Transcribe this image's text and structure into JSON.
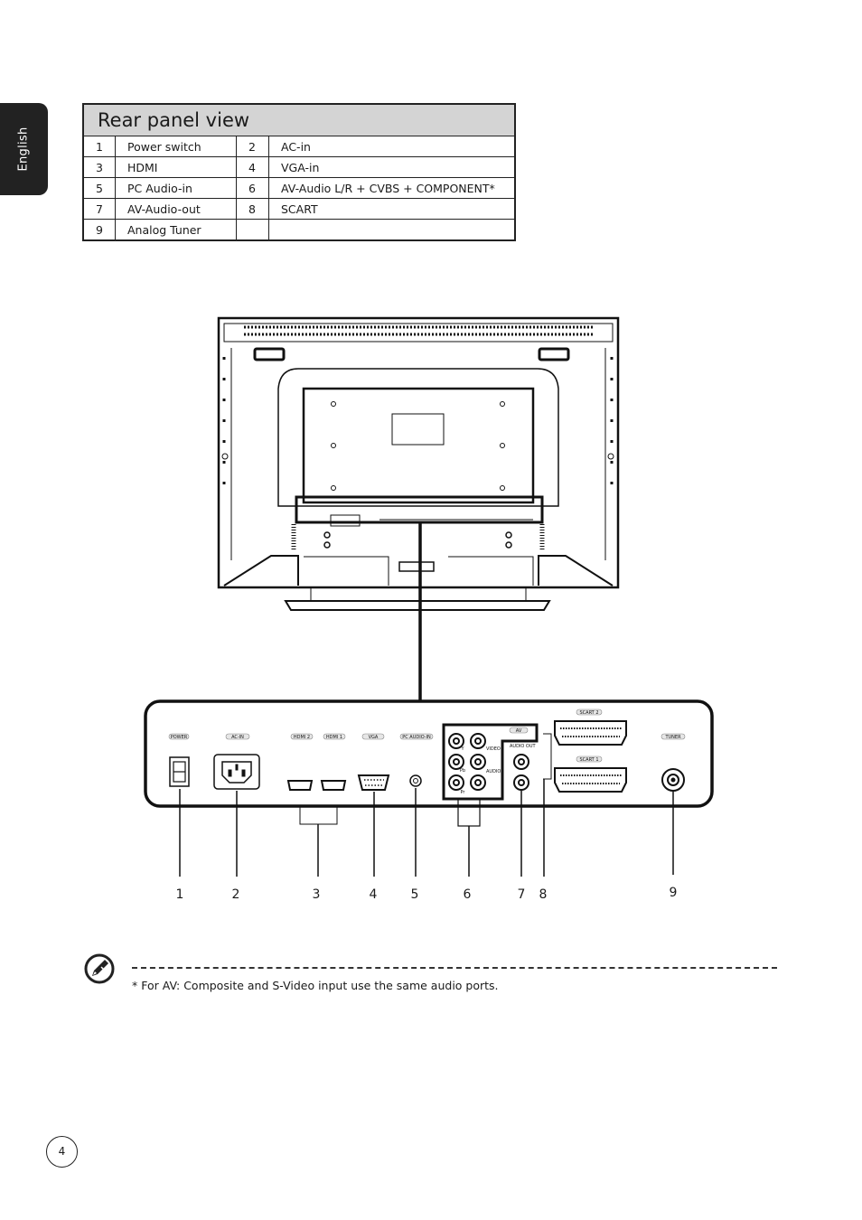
{
  "side_tab": {
    "language": "English"
  },
  "table": {
    "title": "Rear panel view",
    "rows": [
      {
        "n1": "1",
        "l1": "Power switch",
        "n2": "2",
        "l2": "AC-in"
      },
      {
        "n1": "3",
        "l1": "HDMI",
        "n2": "4",
        "l2": "VGA-in"
      },
      {
        "n1": "5",
        "l1": "PC Audio-in",
        "n2": "6",
        "l2": "AV-Audio L/R + CVBS + COMPONENT*"
      },
      {
        "n1": "7",
        "l1": "AV-Audio-out",
        "n2": "8",
        "l2": "SCART"
      },
      {
        "n1": "9",
        "l1": "Analog Tuner",
        "n2": "",
        "l2": ""
      }
    ]
  },
  "panel_labels": {
    "power": "POWER",
    "acin": "AC-IN",
    "hdmi2": "HDMI 2",
    "hdmi1": "HDMI 1",
    "vga": "VGA",
    "pcaudio": "PC AUDIO-IN",
    "av": "AV",
    "video": "VIDEO",
    "audio": "AUDIO",
    "audio_out": "AUDIO OUT",
    "scart2": "SCART 2",
    "scart1": "SCART 1",
    "tuner": "TUNER",
    "y": "Y",
    "pb": "Pb",
    "pr": "Pr"
  },
  "callouts": [
    "1",
    "2",
    "3",
    "4",
    "5",
    "6",
    "7",
    "8",
    "9"
  ],
  "note": {
    "text": "* For AV: Composite and S-Video input use the same audio ports."
  },
  "page_number": "4"
}
